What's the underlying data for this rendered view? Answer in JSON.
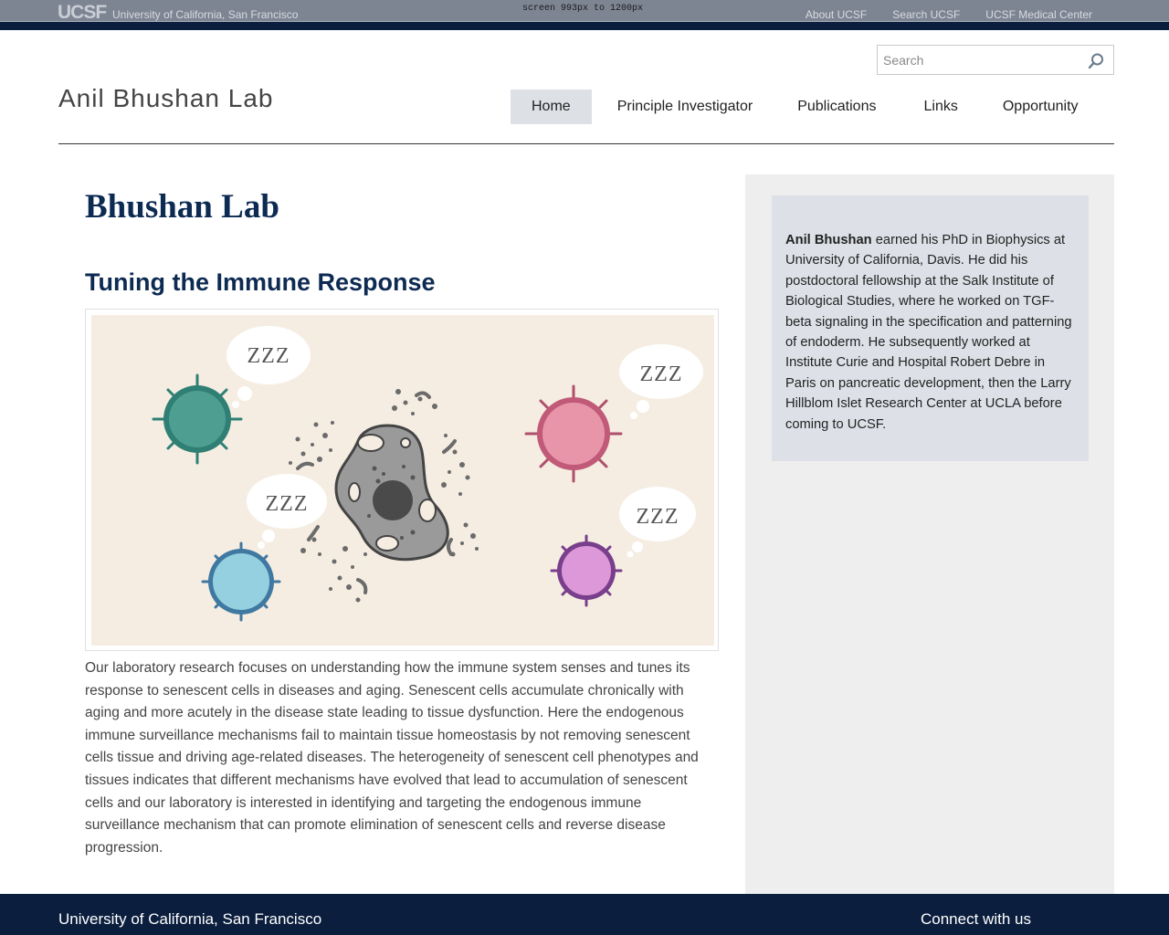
{
  "topbar": {
    "logo_text": "UCSF",
    "university_name": "University of California, San Francisco",
    "screen_note": "screen 993px to 1200px",
    "links": [
      "About UCSF",
      "Search UCSF",
      "UCSF Medical Center"
    ]
  },
  "header": {
    "site_title": "Anil Bhushan Lab",
    "search_placeholder": "Search",
    "nav": [
      "Home",
      "Principle Investigator",
      "Publications",
      "Links",
      "Opportunity"
    ],
    "active_nav": "Home"
  },
  "main": {
    "page_title": "Bhushan Lab",
    "section_title": "Tuning the Immune Response",
    "figure_labels": [
      "ZZZ",
      "ZZZ",
      "ZZZ",
      "ZZZ"
    ],
    "body": "Our laboratory research focuses on understanding how the immune system senses and tunes its response to senescent cells in diseases and aging. Senescent cells accumulate chronically with aging and more acutely in the disease state leading to tissue dysfunction. Here the endogenous immune surveillance mechanisms fail to maintain tissue homeostasis by not removing senescent cells tissue and driving age-related diseases. The heterogeneity of senescent cell phenotypes and tissues indicates that different mechanisms have evolved that lead to accumulation of senescent cells and our laboratory is interested in identifying and targeting the endogenous immune surveillance mechanism that can promote elimination of senescent cells and reverse disease progression."
  },
  "sidebar": {
    "bio_name": "Anil Bhushan",
    "bio_text": " earned his PhD in Biophysics at University of California, Davis. He did his postdoctoral fellowship at the Salk Institute of Biological Studies, where he worked on TGF-beta signaling in the specification and patterning of endoderm. He subsequently worked at Institute Curie and Hospital Robert Debre in Paris on pancreatic development, then the Larry Hillblom Islet Research Center at UCLA before coming to UCSF."
  },
  "footer": {
    "left": "University of California, San Francisco",
    "right": "Connect with us"
  },
  "colors": {
    "navy": "#0b1e3e",
    "title_blue": "#0d2a52",
    "figure_bg": "#f5ede2"
  }
}
